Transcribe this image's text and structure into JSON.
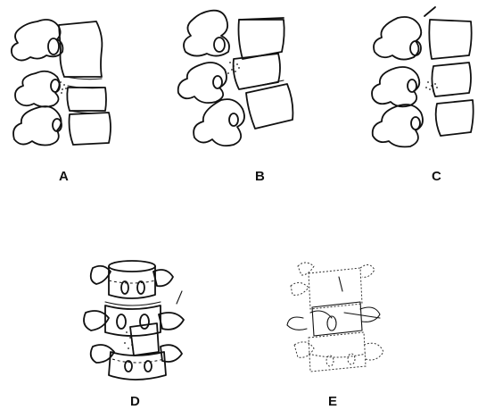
{
  "figure": {
    "panels": [
      {
        "label": "A",
        "view": "lateral"
      },
      {
        "label": "B",
        "view": "lateral"
      },
      {
        "label": "C",
        "view": "lateral"
      },
      {
        "label": "D",
        "view": "oblique"
      },
      {
        "label": "E",
        "view": "oblique"
      }
    ],
    "ink_color": "#111111",
    "background_color": "#ffffff"
  }
}
